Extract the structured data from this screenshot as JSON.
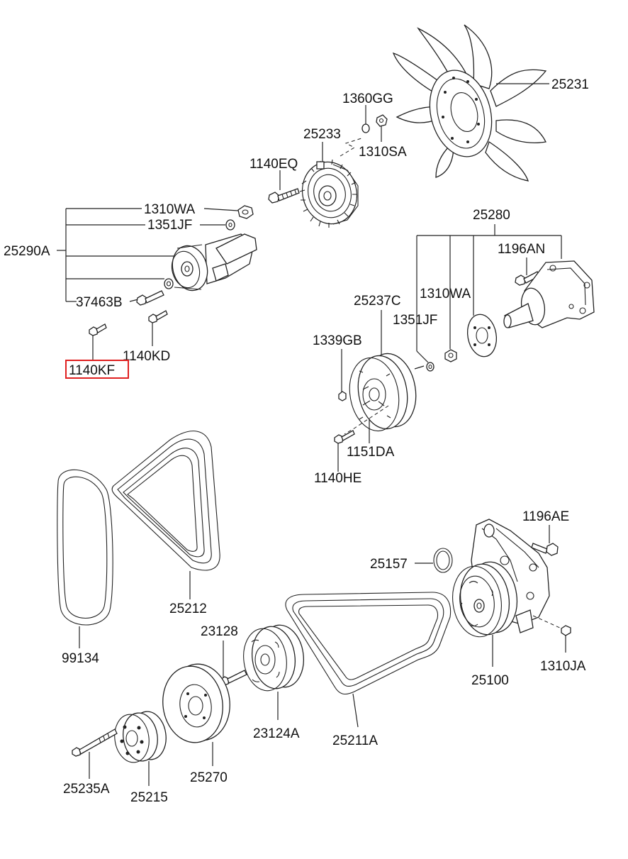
{
  "diagram": {
    "highlight_color": "#e02020",
    "labels": {
      "p25231": "25231",
      "p1360GG": "1360GG",
      "p25233": "25233",
      "p1310SA": "1310SA",
      "p1140EQ": "1140EQ",
      "p1310WA_a": "1310WA",
      "p1351JF_a": "1351JF",
      "p25290A": "25290A",
      "p37463B": "37463B",
      "p1140KD": "1140KD",
      "p1140KF": "1140KF",
      "p25280": "25280",
      "p1196AN": "1196AN",
      "p25237C": "25237C",
      "p1310WA_b": "1310WA",
      "p1351JF_b": "1351JF",
      "p1339GB": "1339GB",
      "p1151DA": "1151DA",
      "p1140HE": "1140HE",
      "p1196AE": "1196AE",
      "p25157": "25157",
      "p25212": "25212",
      "p99134": "99134",
      "p23128": "23128",
      "p25100": "25100",
      "p1310JA": "1310JA",
      "p23124A": "23124A",
      "p25211A": "25211A",
      "p25270": "25270",
      "p25235A": "25235A",
      "p25215": "25215"
    }
  }
}
